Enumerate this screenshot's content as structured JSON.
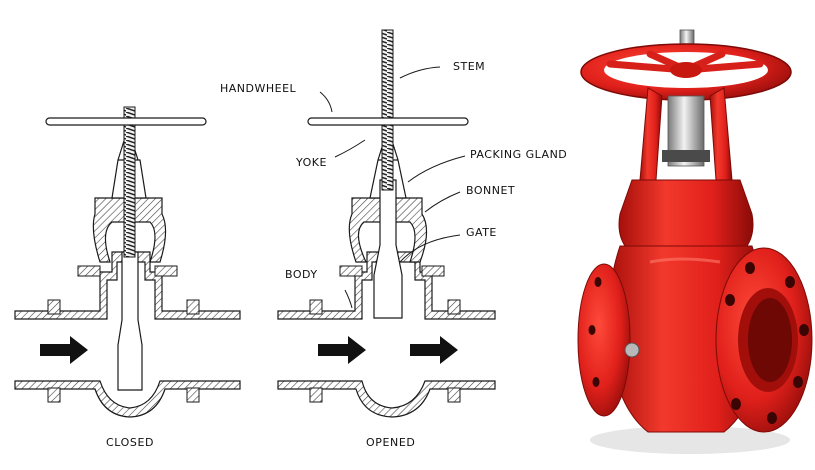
{
  "captions": {
    "closed": "CLOSED",
    "opened": "OPENED"
  },
  "labels": {
    "stem": "STEM",
    "handwheel": "HANDWHEEL",
    "yoke": "YOKE",
    "packing_gland": "PACKING GLAND",
    "bonnet": "BONNET",
    "gate": "GATE",
    "body": "BODY"
  },
  "colors": {
    "line": "#1a1a1a",
    "hatch": "#555555",
    "valve_red": "#e0201b",
    "valve_dark": "#9c0f0c",
    "steel": "#c9c9c9"
  },
  "icons": {
    "flow": "flow-arrow-icon"
  }
}
